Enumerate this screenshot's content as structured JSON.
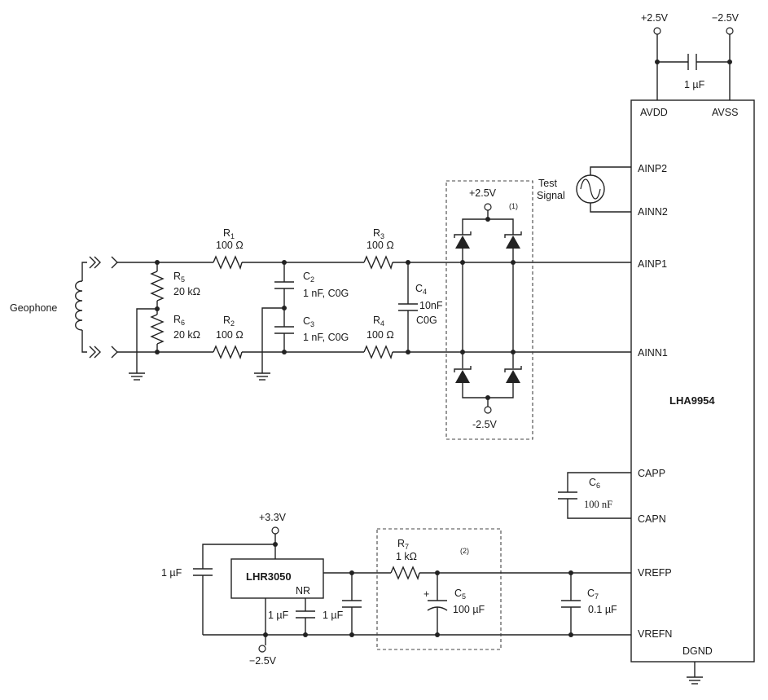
{
  "ic": {
    "name": "LHA9954",
    "pins": {
      "avdd": "AVDD",
      "avss": "AVSS",
      "ainp2": "AINP2",
      "ainn2": "AINN2",
      "ainp1": "AINP1",
      "ainn1": "AINN1",
      "capp": "CAPP",
      "capn": "CAPN",
      "vrefp": "VREFP",
      "vrefn": "VREFN",
      "dgnd": "DGND"
    }
  },
  "regulator": {
    "name": "LHR3050",
    "nr_pin": "NR"
  },
  "supplies": {
    "pos_2v5": "+2.5V",
    "neg_2v5": "−2.5V",
    "clamp_pos": "+2.5V",
    "clamp_neg": "-2.5V",
    "pos_3v3": "+3.3V",
    "reg_neg": "−2.5V"
  },
  "sensor": {
    "geophone": "Geophone",
    "test_signal_1": "Test",
    "test_signal_2": "Signal"
  },
  "components": {
    "r1": {
      "ref": "R",
      "sub": "1",
      "value": "100 Ω"
    },
    "r2": {
      "ref": "R",
      "sub": "2",
      "value": "100 Ω"
    },
    "r3": {
      "ref": "R",
      "sub": "3",
      "value": "100 Ω"
    },
    "r4": {
      "ref": "R",
      "sub": "4",
      "value": "100 Ω"
    },
    "r5": {
      "ref": "R",
      "sub": "5",
      "value": "20 kΩ"
    },
    "r6": {
      "ref": "R",
      "sub": "6",
      "value": "20 kΩ"
    },
    "r7": {
      "ref": "R",
      "sub": "7",
      "value": "1 kΩ"
    },
    "c2": {
      "ref": "C",
      "sub": "2",
      "value": "1 nF, C0G"
    },
    "c3": {
      "ref": "C",
      "sub": "3",
      "value": "1 nF, C0G"
    },
    "c4": {
      "ref": "C",
      "sub": "4",
      "value": "10nF",
      "value2": "C0G"
    },
    "c5": {
      "ref": "C",
      "sub": "5",
      "value": "100 µF"
    },
    "c6": {
      "ref": "C",
      "sub": "6",
      "value": "100 nF"
    },
    "c7": {
      "ref": "C",
      "sub": "7",
      "value": "0.1 µF"
    },
    "c_supply": {
      "value": "1 µF"
    },
    "c_reg_in": {
      "value": "1 µF"
    },
    "c_nr": {
      "value": "1 µF"
    },
    "c_reg_out": {
      "value": "1 µF"
    }
  },
  "notes": {
    "clamp": "(1)",
    "filter": "(2)"
  },
  "c5_polarity": "+"
}
